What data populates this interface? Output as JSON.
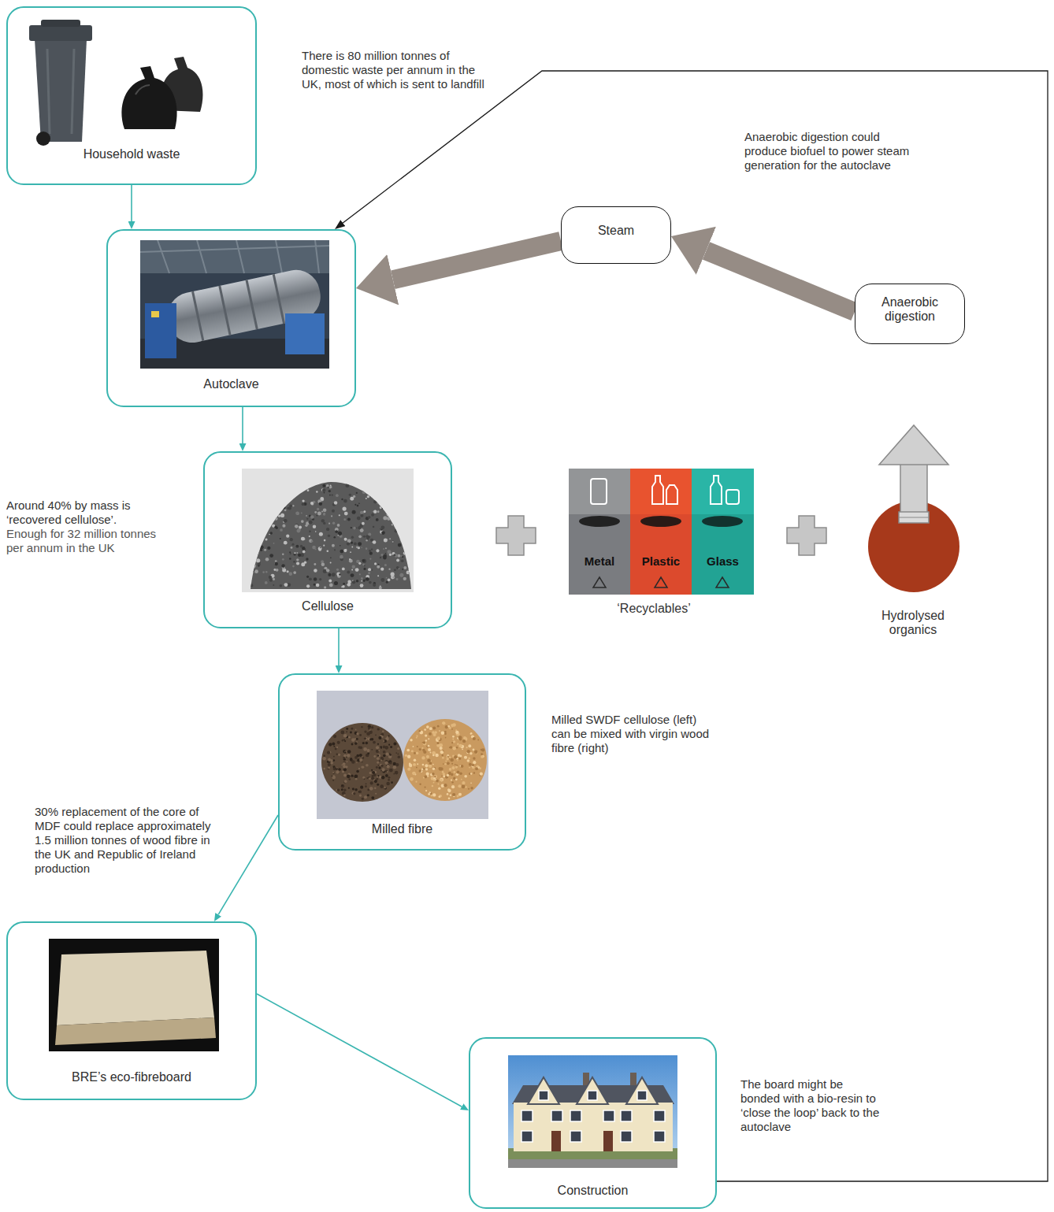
{
  "diagram": {
    "nodes": [
      {
        "text": [
          "Household waste"
        ]
      },
      {
        "text": [
          "Autoclave"
        ]
      },
      {
        "text": [
          "Steam"
        ]
      },
      {
        "text": [
          "Anaerobic digestion"
        ]
      },
      {
        "text": [
          "Cellulose"
        ]
      },
      {
        "text": [
          "Milled fibre"
        ]
      },
      {
        "text": [
          "BRE’s eco-fibreboard"
        ]
      },
      {
        "text": [
          "Construction"
        ]
      }
    ],
    "edges": [
      {
        "from": 0,
        "to": 1,
        "arrow": "to"
      },
      {
        "from": 3,
        "to": 2,
        "arrow": "to"
      },
      {
        "from": 2,
        "to": 1,
        "arrow": "to"
      },
      {
        "from": 1,
        "to": 4,
        "arrow": "to"
      },
      {
        "from": 4,
        "to": 5,
        "arrow": "to"
      },
      {
        "from": 5,
        "to": 6,
        "arrow": "to"
      },
      {
        "from": 6,
        "to": 7,
        "arrow": "to"
      },
      {
        "from": 7,
        "to": 1,
        "arrow": "to"
      }
    ],
    "labels": [
      "There is 80 million tonnes of domestic waste per annum in the UK, most of which is sent to landfill",
      "Anaerobic digestion could produce biofuel to power steam generation for the autoclave",
      "Around 40% by mass is ‘recovered cellulose’.",
      "Enough for 32 million tonnes per annum in the UK",
      "Metal",
      "Plastic",
      "Glass",
      "‘Recyclables’",
      "Hydrolysed organics",
      "Milled SWDF cellulose (left) can be mixed with virgin wood fibre (right)",
      "30% replacement of the core of MDF could replace approximately 1.5 million tonnes of wood fibre in the UK and Republic of Ireland production",
      "The board might be bonded with a bio-resin to ‘close the loop’ back to the autoclave"
    ]
  }
}
